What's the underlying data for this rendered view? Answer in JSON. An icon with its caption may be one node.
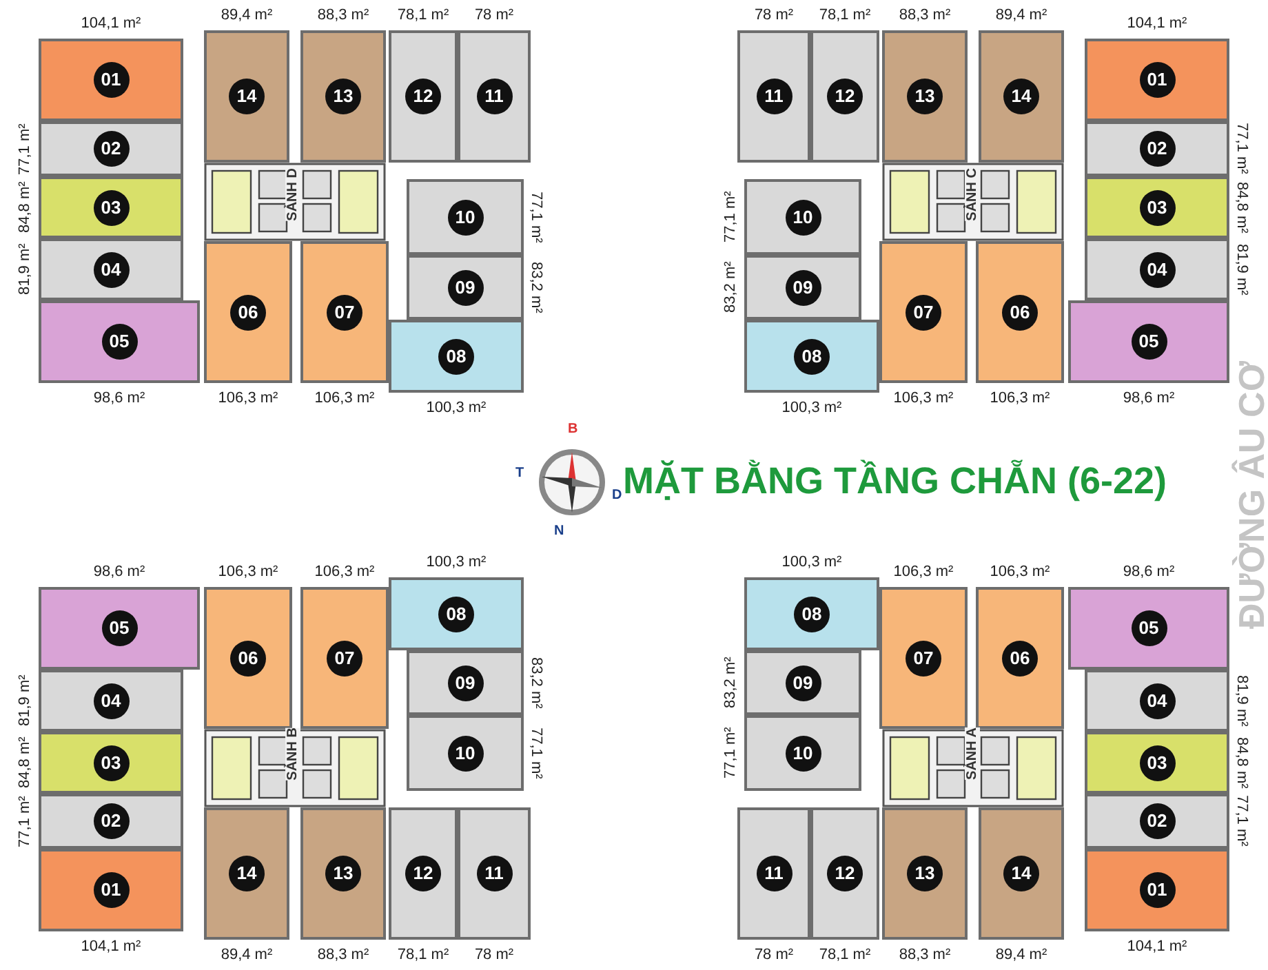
{
  "diagram": {
    "title": "MẶT BẰNG TẦNG CHẴN (6-22)",
    "nodes": [
      {
        "text": [
          "01"
        ],
        "beside": [
          "104,1 m²"
        ]
      },
      {
        "text": [
          "02"
        ],
        "beside": [
          "77,1 m²"
        ]
      },
      {
        "text": [
          "03"
        ],
        "beside": [
          "84,8 m²"
        ]
      },
      {
        "text": [
          "04"
        ],
        "beside": [
          "81,9 m²"
        ]
      },
      {
        "text": [
          "05"
        ],
        "beside": [
          "98,6 m²"
        ]
      },
      {
        "text": [
          "06"
        ],
        "beside": [
          "106,3 m²"
        ]
      },
      {
        "text": [
          "07"
        ],
        "beside": [
          "106,3 m²"
        ]
      },
      {
        "text": [
          "08"
        ],
        "beside": [
          "100,3 m²"
        ]
      },
      {
        "text": [
          "09"
        ],
        "beside": [
          "83,2 m²"
        ]
      },
      {
        "text": [
          "10"
        ],
        "beside": [
          "77,1 m²"
        ]
      },
      {
        "text": [
          "11"
        ],
        "beside": [
          "78 m²"
        ]
      },
      {
        "text": [
          "12"
        ],
        "beside": [
          "78,1 m²"
        ]
      },
      {
        "text": [
          "13"
        ],
        "beside": [
          "88,3 m²"
        ]
      },
      {
        "text": [
          "14"
        ],
        "beside": [
          "89,4 m²"
        ]
      },
      {
        "text": [
          "01"
        ],
        "beside": [
          "104,1 m²"
        ]
      },
      {
        "text": [
          "02"
        ],
        "beside": [
          "77,1 m²"
        ]
      },
      {
        "text": [
          "03"
        ],
        "beside": [
          "84,8 m²"
        ]
      },
      {
        "text": [
          "04"
        ],
        "beside": [
          "81,9 m²"
        ]
      },
      {
        "text": [
          "05"
        ],
        "beside": [
          "98,6 m²"
        ]
      },
      {
        "text": [
          "06"
        ],
        "beside": [
          "106,3 m²"
        ]
      },
      {
        "text": [
          "07"
        ],
        "beside": [
          "106,3 m²"
        ]
      },
      {
        "text": [
          "08"
        ],
        "beside": [
          "100,3 m²"
        ]
      },
      {
        "text": [
          "09"
        ],
        "beside": [
          "83,2 m²"
        ]
      },
      {
        "text": [
          "10"
        ],
        "beside": [
          "77,1 m²"
        ]
      },
      {
        "text": [
          "11"
        ],
        "beside": [
          "78 m²"
        ]
      },
      {
        "text": [
          "12"
        ],
        "beside": [
          "78,1 m²"
        ]
      },
      {
        "text": [
          "13"
        ],
        "beside": [
          "88,3 m²"
        ]
      },
      {
        "text": [
          "14"
        ],
        "beside": [
          "89,4 m²"
        ]
      },
      {
        "text": [
          "01"
        ],
        "beside": [
          "104,1 m²"
        ]
      },
      {
        "text": [
          "02"
        ],
        "beside": [
          "77,1 m²"
        ]
      },
      {
        "text": [
          "03"
        ],
        "beside": [
          "84,8 m²"
        ]
      },
      {
        "text": [
          "04"
        ],
        "beside": [
          "81,9 m²"
        ]
      },
      {
        "text": [
          "05"
        ],
        "beside": [
          "98,6 m²"
        ]
      },
      {
        "text": [
          "06"
        ],
        "beside": [
          "106,3 m²"
        ]
      },
      {
        "text": [
          "07"
        ],
        "beside": [
          "106,3 m²"
        ]
      },
      {
        "text": [
          "08"
        ],
        "beside": [
          "100,3 m²"
        ]
      },
      {
        "text": [
          "09"
        ],
        "beside": [
          "83,2 m²"
        ]
      },
      {
        "text": [
          "10"
        ],
        "beside": [
          "77,1 m²"
        ]
      },
      {
        "text": [
          "11"
        ],
        "beside": [
          "78 m²"
        ]
      },
      {
        "text": [
          "12"
        ],
        "beside": [
          "78,1 m²"
        ]
      },
      {
        "text": [
          "13"
        ],
        "beside": [
          "88,3 m²"
        ]
      },
      {
        "text": [
          "14"
        ],
        "beside": [
          "89,4 m²"
        ]
      },
      {
        "text": [
          "01"
        ],
        "beside": [
          "104,1 m²"
        ]
      },
      {
        "text": [
          "02"
        ],
        "beside": [
          "77,1 m²"
        ]
      },
      {
        "text": [
          "03"
        ],
        "beside": [
          "84,8 m²"
        ]
      },
      {
        "text": [
          "04"
        ],
        "beside": [
          "81,9 m²"
        ]
      },
      {
        "text": [
          "05"
        ],
        "beside": [
          "98,6 m²"
        ]
      },
      {
        "text": [
          "06"
        ],
        "beside": [
          "106,3 m²"
        ]
      },
      {
        "text": [
          "07"
        ],
        "beside": [
          "106,3 m²"
        ]
      },
      {
        "text": [
          "08"
        ],
        "beside": [
          "100,3 m²"
        ]
      },
      {
        "text": [
          "09"
        ],
        "beside": [
          "83,2 m²"
        ]
      },
      {
        "text": [
          "10"
        ],
        "beside": [
          "77,1 m²"
        ]
      },
      {
        "text": [
          "11"
        ],
        "beside": [
          "78 m²"
        ]
      },
      {
        "text": [
          "12"
        ],
        "beside": [
          "78,1 m²"
        ]
      },
      {
        "text": [
          "13"
        ],
        "beside": [
          "88,3 m²"
        ]
      },
      {
        "text": [
          "14"
        ],
        "beside": [
          "89,4 m²"
        ]
      }
    ],
    "labels": [
      "SẢNH D",
      "SẢNH C",
      "B",
      "T",
      "D",
      "N",
      "SẢNH B",
      "SẢNH A",
      "ĐƯỜNG ÂU CƠ"
    ]
  }
}
